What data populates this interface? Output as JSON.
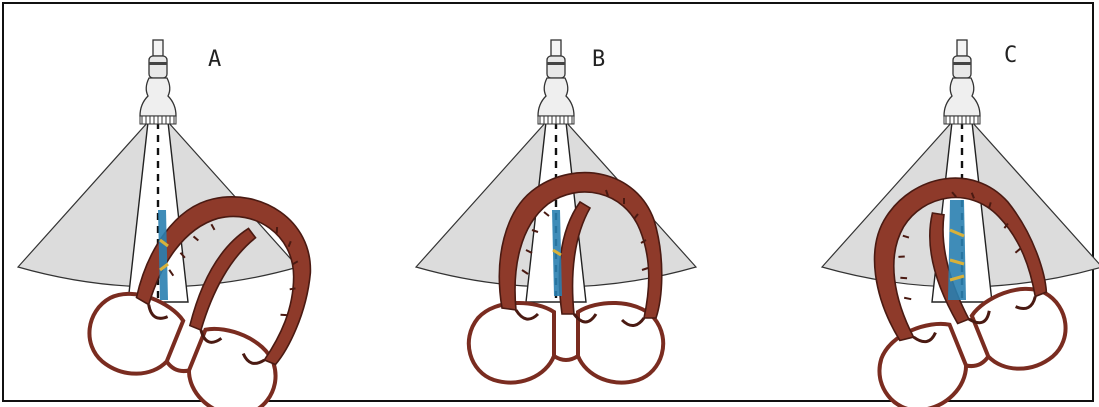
{
  "panels": [
    {
      "id": "A",
      "label": "A",
      "tilt": 22
    },
    {
      "id": "B",
      "label": "B",
      "tilt": 0
    },
    {
      "id": "C",
      "label": "C",
      "tilt": -22
    }
  ],
  "colors": {
    "sector": "#dedede",
    "beam": "#ffffff",
    "heart_fill": "#8e3a2a",
    "heart_stroke": "#4a1a12",
    "doppler_blue": "#2a7fb0",
    "doppler_yellow": "#d9b13a"
  }
}
